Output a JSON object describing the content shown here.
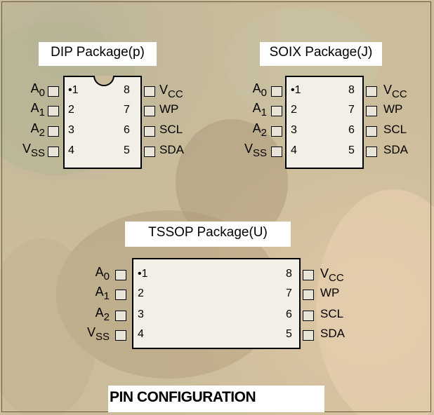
{
  "packages": [
    {
      "title": "DIP Package(p)",
      "pins_left": [
        {
          "num": "•1",
          "base": "A",
          "sub": "0"
        },
        {
          "num": "2",
          "base": "A",
          "sub": "1"
        },
        {
          "num": "3",
          "base": "A",
          "sub": "2"
        },
        {
          "num": "4",
          "base": "V",
          "sub": "SS"
        }
      ],
      "pins_right": [
        {
          "num": "8",
          "base": "V",
          "sub": "CC"
        },
        {
          "num": "7",
          "base": "WP",
          "sub": ""
        },
        {
          "num": "6",
          "base": "SCL",
          "sub": ""
        },
        {
          "num": "5",
          "base": "SDA",
          "sub": ""
        }
      ]
    },
    {
      "title": "SOIX Package(J)",
      "pins_left": [
        {
          "num": "•1",
          "base": "A",
          "sub": "0"
        },
        {
          "num": "2",
          "base": "A",
          "sub": "1"
        },
        {
          "num": "3",
          "base": "A",
          "sub": "2"
        },
        {
          "num": "4",
          "base": "V",
          "sub": "SS"
        }
      ],
      "pins_right": [
        {
          "num": "8",
          "base": "V",
          "sub": "CC"
        },
        {
          "num": "7",
          "base": "WP",
          "sub": ""
        },
        {
          "num": "6",
          "base": "SCL",
          "sub": ""
        },
        {
          "num": "5",
          "base": "SDA",
          "sub": ""
        }
      ]
    },
    {
      "title": "TSSOP Package(U)",
      "pins_left": [
        {
          "num": "•1",
          "base": "A",
          "sub": "0"
        },
        {
          "num": "2",
          "base": "A",
          "sub": "1"
        },
        {
          "num": "3",
          "base": "A",
          "sub": "2"
        },
        {
          "num": "4",
          "base": "V",
          "sub": "SS"
        }
      ],
      "pins_right": [
        {
          "num": "8",
          "base": "V",
          "sub": "CC"
        },
        {
          "num": "7",
          "base": "WP",
          "sub": ""
        },
        {
          "num": "6",
          "base": "SCL",
          "sub": ""
        },
        {
          "num": "5",
          "base": "SDA",
          "sub": ""
        }
      ]
    }
  ],
  "heading": "PIN CONFIGURATION"
}
